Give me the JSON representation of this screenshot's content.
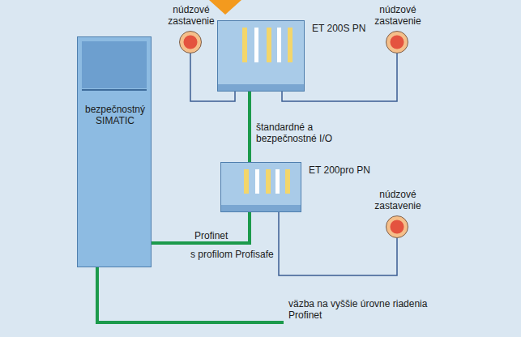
{
  "diagram": {
    "nodes": [
      {
        "text": [
          "núdzové zastavenie"
        ]
      },
      {
        "text": [
          "ET 200S PN"
        ]
      },
      {
        "text": [
          "núdzové zastavenie"
        ]
      },
      {
        "text": [
          "bezpečnostný SIMATIC"
        ]
      },
      {
        "text": [
          "ET 200pro PN"
        ]
      },
      {
        "text": [
          "núdzové zastavenie"
        ]
      }
    ],
    "edges": [
      {
        "from": 0,
        "to": 1,
        "arrow": "none"
      },
      {
        "from": 2,
        "to": 1,
        "arrow": "none"
      },
      {
        "from": 3,
        "to": 4,
        "arrow": "none"
      },
      {
        "from": 4,
        "to": 1,
        "arrow": "none"
      },
      {
        "from": 5,
        "to": 4,
        "arrow": "none"
      }
    ],
    "labels": [
      "štandardné a bezpečnostné I/O",
      "Profinet",
      "s profilom Profisafe",
      "väzba na vyššie úrovne riadenia Profinet"
    ]
  }
}
